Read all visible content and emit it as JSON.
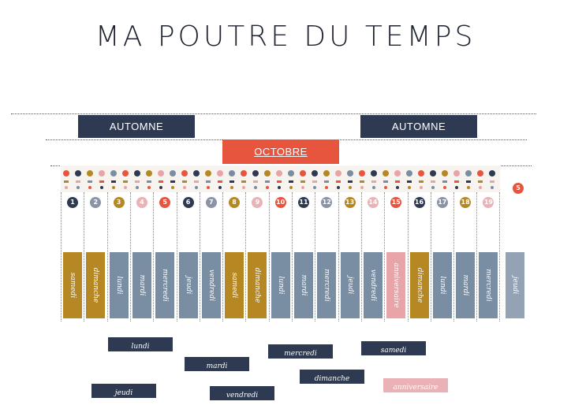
{
  "title": "MA POUTRE DU TEMPS",
  "seasons": [
    "AUTOMNE",
    "AUTOMNE"
  ],
  "month": "OCTOBRE",
  "colors": {
    "navy": "#2e3a52",
    "gold": "#b68824",
    "slate": "#7a8ea3",
    "pink": "#e8a4a8",
    "red": "#e8553f"
  },
  "days": [
    {
      "num": "1",
      "num_color": "navy",
      "label": "samedi",
      "label_color": "gold"
    },
    {
      "num": "2",
      "num_color": "gray",
      "label": "dimanche",
      "label_color": "gold"
    },
    {
      "num": "3",
      "num_color": "gold",
      "label": "lundi",
      "label_color": "slate"
    },
    {
      "num": "4",
      "num_color": "lpink",
      "label": "mardi",
      "label_color": "slate"
    },
    {
      "num": "5",
      "num_color": "red",
      "label": "mercredi",
      "label_color": "slate"
    },
    {
      "num": "6",
      "num_color": "navy",
      "label": "jeudi",
      "label_color": "slate"
    },
    {
      "num": "7",
      "num_color": "gray",
      "label": "vendredi",
      "label_color": "slate"
    },
    {
      "num": "8",
      "num_color": "gold",
      "label": "samedi",
      "label_color": "gold"
    },
    {
      "num": "9",
      "num_color": "lpink",
      "label": "dimanche",
      "label_color": "gold"
    },
    {
      "num": "10",
      "num_color": "red",
      "label": "lundi",
      "label_color": "slate"
    },
    {
      "num": "11",
      "num_color": "navy",
      "label": "mardi",
      "label_color": "slate"
    },
    {
      "num": "12",
      "num_color": "gray",
      "label": "mercredi",
      "label_color": "slate"
    },
    {
      "num": "13",
      "num_color": "gold",
      "label": "jeudi",
      "label_color": "slate"
    },
    {
      "num": "14",
      "num_color": "lpink",
      "label": "vendredi",
      "label_color": "slate"
    },
    {
      "num": "15",
      "num_color": "red",
      "label": "anniversaire",
      "label_color": "pink"
    },
    {
      "num": "16",
      "num_color": "navy",
      "label": "dimanche",
      "label_color": "gold"
    },
    {
      "num": "17",
      "num_color": "gray",
      "label": "lundi",
      "label_color": "slate"
    },
    {
      "num": "18",
      "num_color": "gold",
      "label": "mardi",
      "label_color": "slate"
    },
    {
      "num": "19",
      "num_color": "lpink",
      "label": "mercredi",
      "label_color": "slate"
    }
  ],
  "extra_number": "5",
  "extra_day": "jeudi",
  "loose_chips": [
    {
      "label": "lundi",
      "color": "navy"
    },
    {
      "label": "mardi",
      "color": "navy"
    },
    {
      "label": "jeudi",
      "color": "navy"
    },
    {
      "label": "vendredi",
      "color": "navy"
    },
    {
      "label": "mercredi",
      "color": "navy"
    },
    {
      "label": "dimanche",
      "color": "navy"
    },
    {
      "label": "samedi",
      "color": "navy"
    },
    {
      "label": "anniversaire",
      "color": "pink"
    }
  ]
}
